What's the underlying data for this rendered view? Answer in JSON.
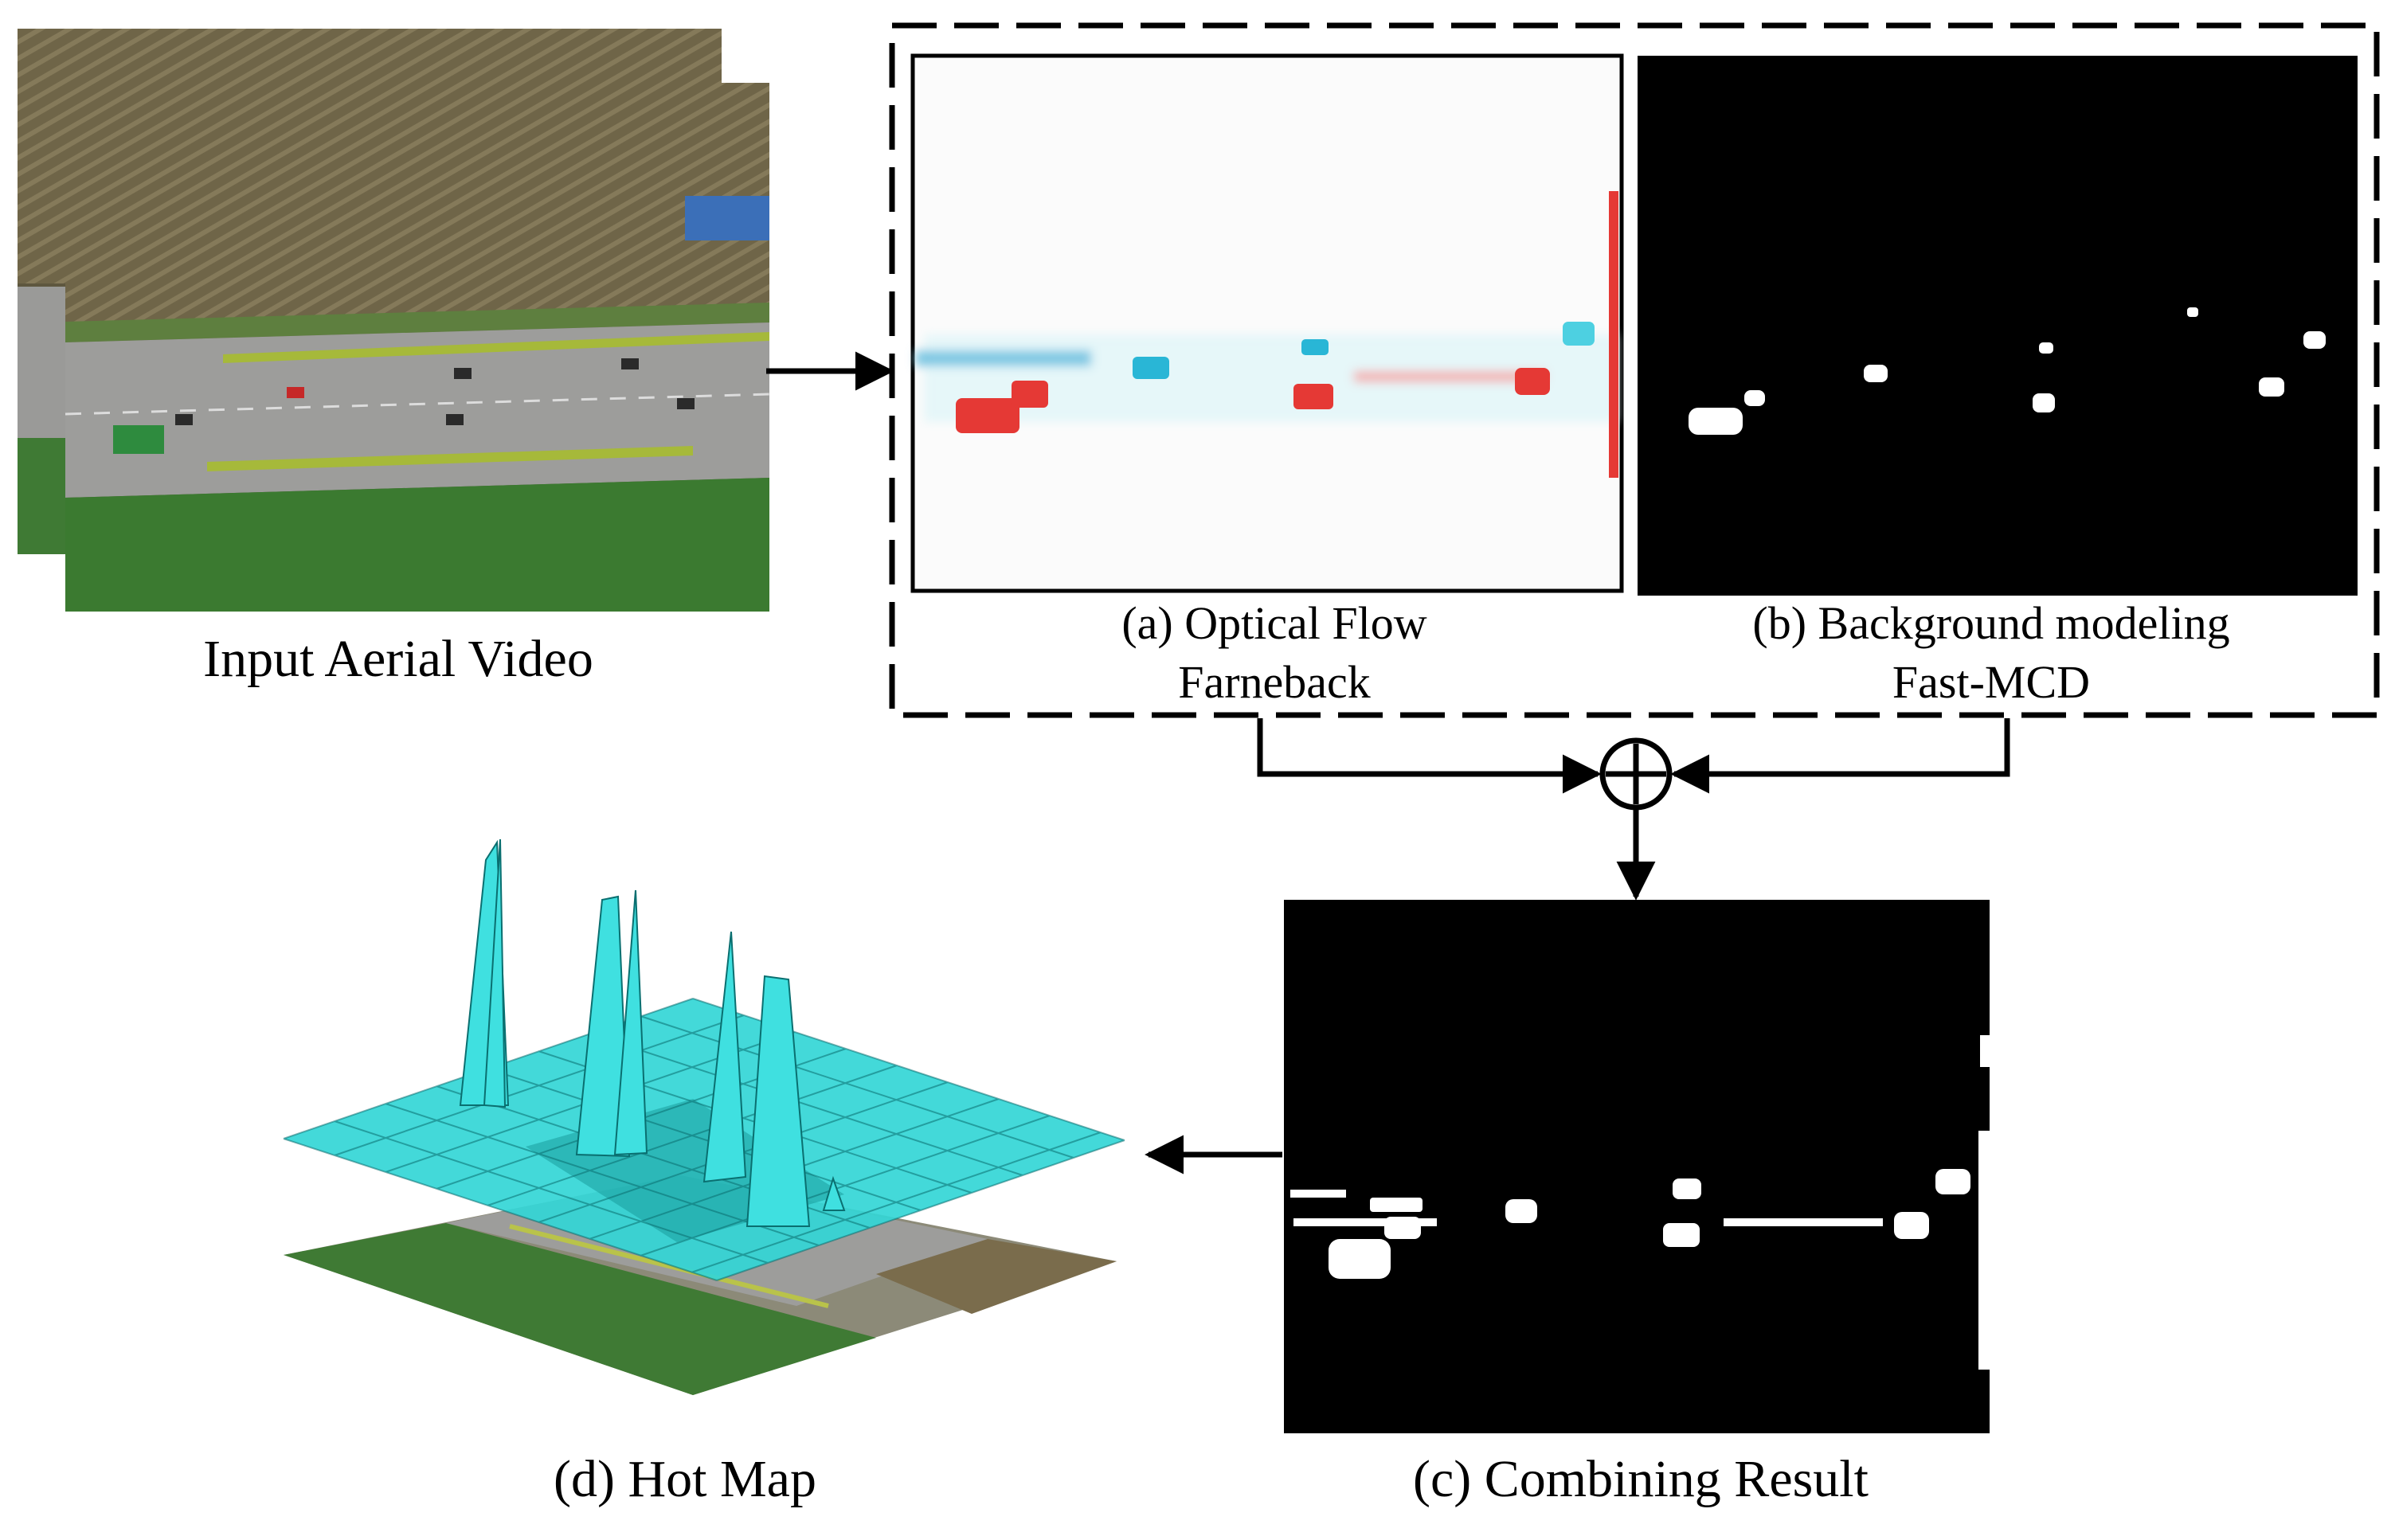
{
  "labels": {
    "input": "Input Aerial Video",
    "optical_flow_line1": "(a) Optical Flow",
    "optical_flow_line2": "Farneback",
    "background_line1": "(b) Background modeling",
    "background_line2": "Fast-MCD",
    "hot_map": "(d) Hot Map",
    "combining": "(c) Combining Result"
  },
  "operator_symbol": "⊕",
  "colors": {
    "arrow": "#000000",
    "dashed_border": "#000000",
    "hotmap_surface": "#33d6d6",
    "hotmap_grid": "#0a6f70",
    "flow_red": "#e53935",
    "flow_cyan": "#29b6d6",
    "field": "#6b6046",
    "road": "#9a9a98",
    "vegetation": "#3f7a34"
  }
}
